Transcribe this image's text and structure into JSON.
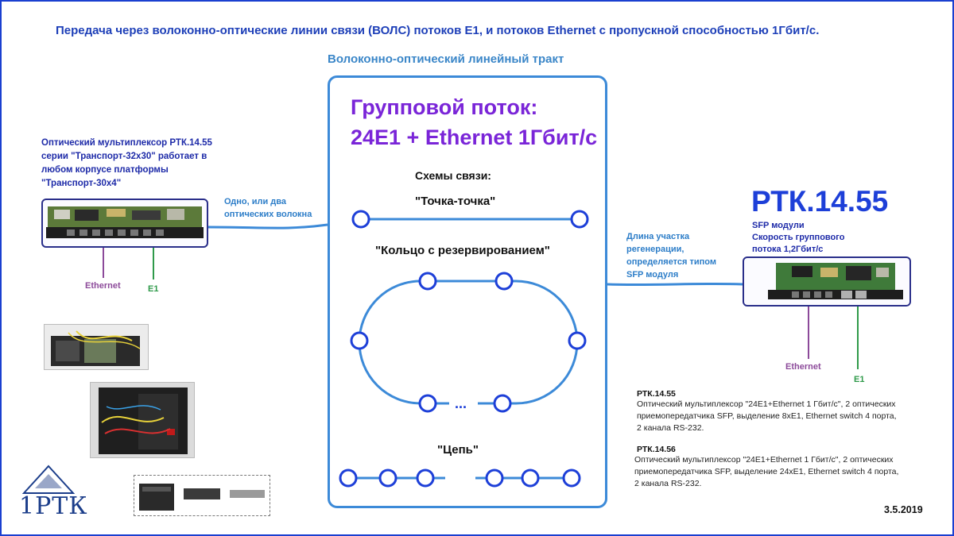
{
  "title": "Передача через волоконно-оптические линии связи (ВОЛС) потоков Е1, и потоков Ethernet с пропускной способностью 1Гбит/с.",
  "tract": {
    "label": "Волоконно-оптический  линейный тракт",
    "group_line1": "Групповой поток:",
    "group_line2": "24Е1 + Ethernet 1Гбит/с",
    "schemes_label": "Схемы связи:",
    "point_to_point": "\"Точка-точка\"",
    "ring": "\"Кольцо с резервированием\"",
    "ring_dots": "...",
    "chain": "\"Цепь\""
  },
  "left_device": {
    "caption_lines": [
      "Оптический мультиплексор РТК.14.55",
      "серии \"Транспорт-32х30\" работает в",
      "любом корпусе платформы",
      "\"Транспорт-30х4\""
    ],
    "ethernet_label": "Ethernet",
    "e1_label": "E1"
  },
  "fiber_label_lines": [
    "Одно, или два",
    "оптических волокна"
  ],
  "regen_label_lines": [
    "Длина участка",
    "регенерации,",
    "определяется типом",
    "SFP модуля"
  ],
  "right_device": {
    "name": "РТК.14.55",
    "caption_lines": [
      "SFP модули",
      "Скорость группового",
      "потока  1,2Гбит/с"
    ],
    "ethernet_label": "Ethernet",
    "e1_label": "E1"
  },
  "descriptions": [
    {
      "title": "РТК.14.55",
      "lines": [
        "Оптический мультиплексор \"24Е1+Ethernet 1 Гбит/с\", 2 оптических",
        "приемопередатчика SFP, выделение 8хЕ1, Ethernet switch 4 порта,",
        "2 канала RS-232."
      ]
    },
    {
      "title": "РТК.14.56",
      "lines": [
        "Оптический мультиплексор \"24Е1+Ethernet 1 Гбит/с\", 2 оптических",
        "приемопередатчика SFP, выделение 24хЕ1, Ethernet switch 4 порта,",
        "2 канала RS-232."
      ]
    }
  ],
  "logo_text": "1РТК",
  "date": "3.5.2019",
  "colors": {
    "title": "#1d3fb8",
    "tract_border": "#3c8ad8",
    "group_flow": "#7a25d8",
    "node_fill": "#ffffff",
    "node_stroke": "#1d3fd8",
    "ethernet_line": "#8c4a9a",
    "e1_line": "#2f9a4a"
  }
}
